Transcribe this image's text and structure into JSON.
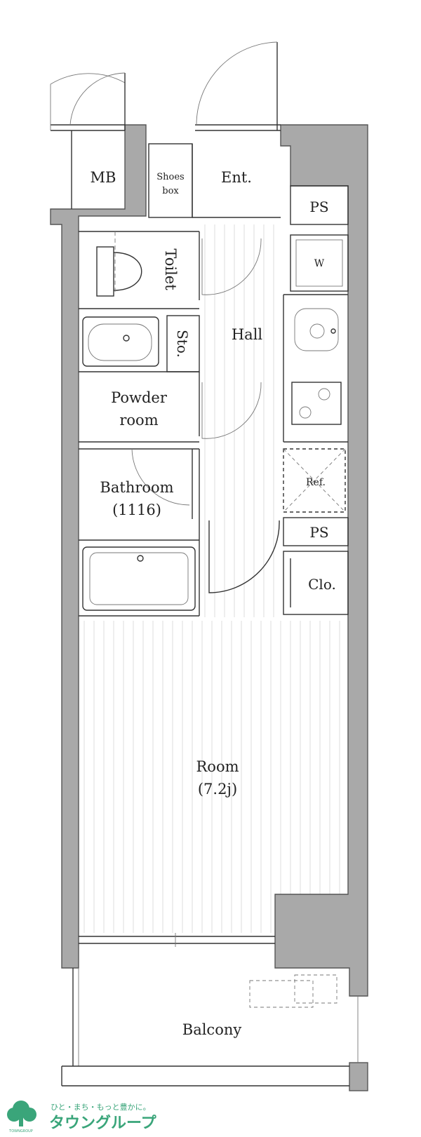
{
  "rooms": {
    "mb": "MB",
    "shoes_box_line1": "Shoes",
    "shoes_box_line2": "box",
    "entrance": "Ent.",
    "ps_top": "PS",
    "toilet": "Toilet",
    "washer": "W",
    "hall": "Hall",
    "storage": "Sto.",
    "powder_line1": "Powder",
    "powder_line2": "room",
    "refrigerator": "Ref.",
    "bathroom_line1": "Bathroom",
    "bathroom_line2": "(1116)",
    "ps_mid": "PS",
    "closet": "Clo.",
    "room_line1": "Room",
    "room_line2": "(7.2j)",
    "balcony": "Balcony"
  },
  "brand": {
    "tagline": "ひと・まち・もっと豊かに。",
    "name": "タウングループ",
    "logo_caption": "TOWNGROUP",
    "color": "#3aa57a"
  },
  "colors": {
    "wall": "#a9a9a9",
    "line": "#333333"
  }
}
